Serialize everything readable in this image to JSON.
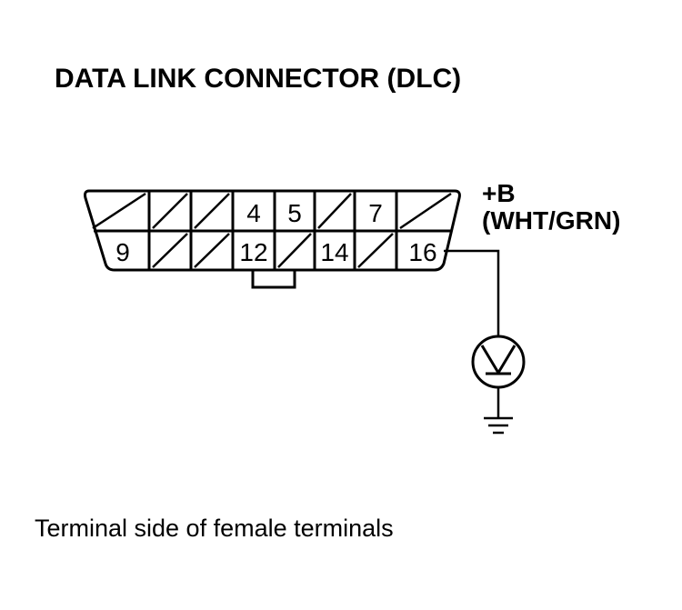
{
  "title": "DATA LINK CONNECTOR (DLC)",
  "caption": "Terminal side of female terminals",
  "power": {
    "plus_b": "+B",
    "wire_color": "(WHT/GRN)"
  },
  "connector": {
    "top_row": [
      {
        "pin": "",
        "used": false
      },
      {
        "pin": "",
        "used": false
      },
      {
        "pin": "",
        "used": false
      },
      {
        "pin": "4",
        "used": true
      },
      {
        "pin": "5",
        "used": true
      },
      {
        "pin": "",
        "used": false
      },
      {
        "pin": "7",
        "used": true
      },
      {
        "pin": "",
        "used": false
      }
    ],
    "bottom_row": [
      {
        "pin": "9",
        "used": true
      },
      {
        "pin": "",
        "used": false
      },
      {
        "pin": "",
        "used": false
      },
      {
        "pin": "12",
        "used": true
      },
      {
        "pin": "",
        "used": false
      },
      {
        "pin": "14",
        "used": true
      },
      {
        "pin": "",
        "used": false
      },
      {
        "pin": "16",
        "used": true
      }
    ]
  }
}
